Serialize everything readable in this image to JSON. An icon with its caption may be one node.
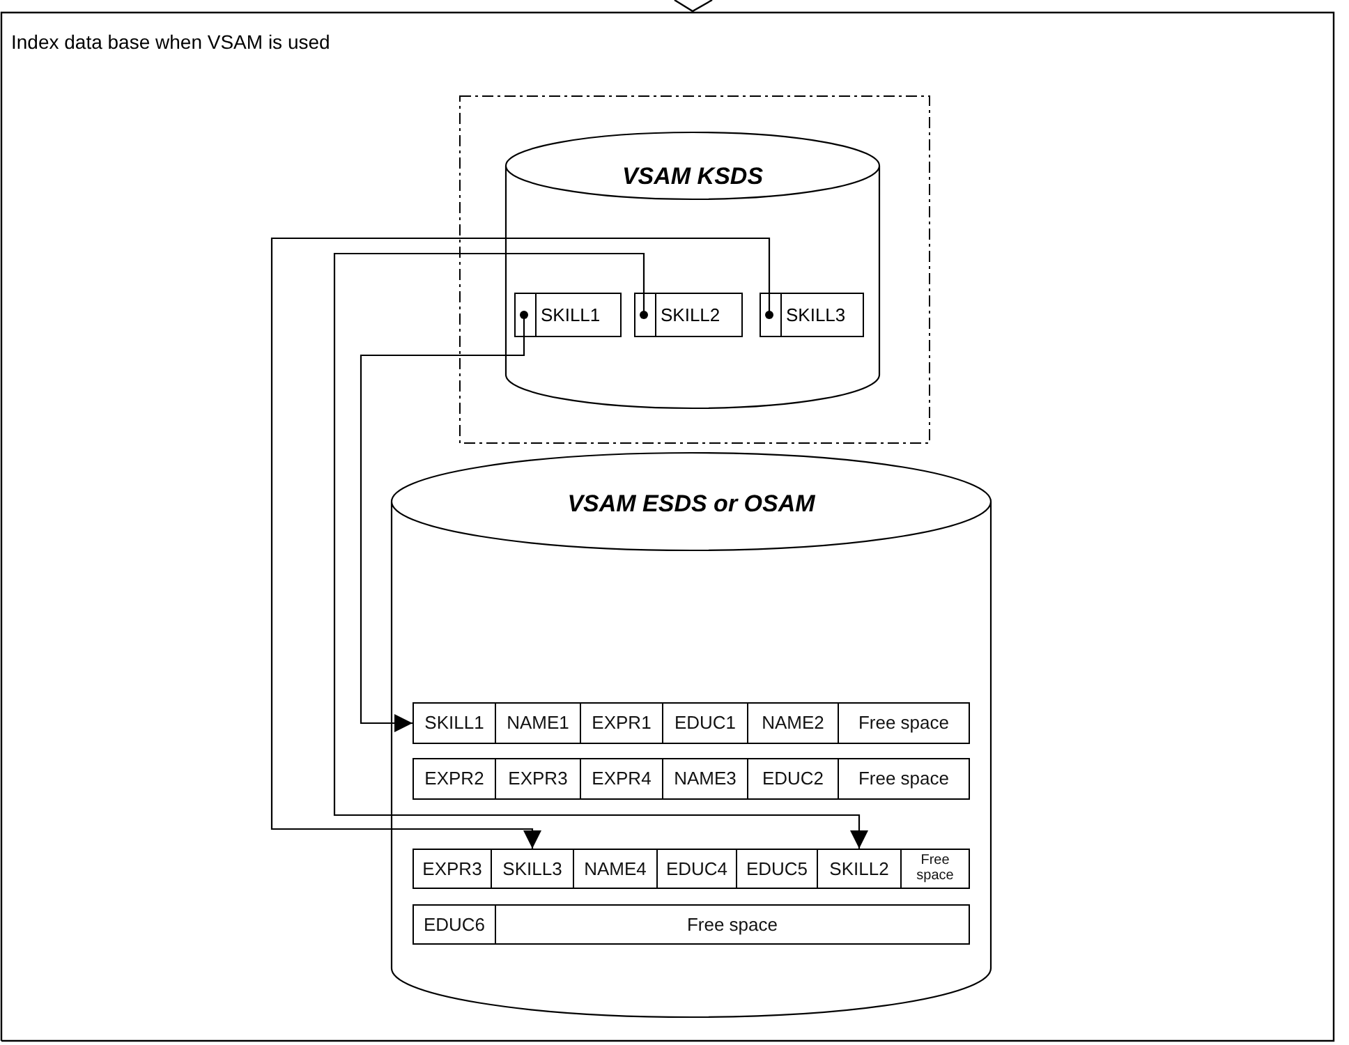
{
  "diagram": {
    "title": "Index data base when VSAM is used",
    "nodes": [
      {
        "text": [],
        "shape": "box"
      },
      {
        "text": [
          "VSAM KSDS"
        ],
        "in": 0
      },
      {
        "text": [
          "SKILL1"
        ],
        "in": 1
      },
      {
        "text": [
          "SKILL2"
        ],
        "in": 1
      },
      {
        "text": [
          "SKILL3"
        ],
        "in": 1
      },
      {
        "text": [
          "VSAM ESDS or OSAM"
        ]
      },
      {
        "text": [
          "SKILL1"
        ],
        "in": 5
      },
      {
        "text": [
          "NAME1"
        ],
        "in": 5
      },
      {
        "text": [
          "EXPR1"
        ],
        "in": 5
      },
      {
        "text": [
          "EDUC1"
        ],
        "in": 5
      },
      {
        "text": [
          "NAME2"
        ],
        "in": 5
      },
      {
        "text": [
          "Free space"
        ],
        "in": 5
      },
      {
        "text": [
          "EXPR2"
        ],
        "in": 5
      },
      {
        "text": [
          "EXPR3"
        ],
        "in": 5
      },
      {
        "text": [
          "EXPR4"
        ],
        "in": 5
      },
      {
        "text": [
          "NAME3"
        ],
        "in": 5
      },
      {
        "text": [
          "EDUC2"
        ],
        "in": 5
      },
      {
        "text": [
          "Free space"
        ],
        "in": 5
      },
      {
        "text": [
          "EXPR3"
        ],
        "in": 5
      },
      {
        "text": [
          "SKILL3"
        ],
        "in": 5
      },
      {
        "text": [
          "NAME4"
        ],
        "in": 5
      },
      {
        "text": [
          "EDUC4"
        ],
        "in": 5
      },
      {
        "text": [
          "EDUC5"
        ],
        "in": 5
      },
      {
        "text": [
          "SKILL2"
        ],
        "in": 5
      },
      {
        "text": [
          "Free space"
        ],
        "in": 5
      },
      {
        "text": [
          "EDUC6"
        ],
        "in": 5
      },
      {
        "text": [
          "Free space"
        ],
        "in": 5
      }
    ],
    "edges": [
      {
        "from": 2,
        "to": 6,
        "arrow": "to"
      },
      {
        "from": 3,
        "to": 23,
        "arrow": "to"
      },
      {
        "from": 4,
        "to": 19,
        "arrow": "to"
      }
    ]
  }
}
